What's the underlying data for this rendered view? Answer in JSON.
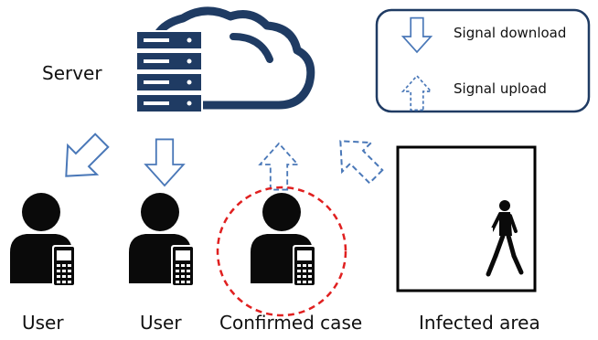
{
  "server": {
    "label": "Server",
    "icon": "cloud-server-icon"
  },
  "legend": {
    "download_label": "Signal download",
    "upload_label": "Signal upload"
  },
  "nodes": [
    {
      "label": "User",
      "icon": "user-with-phone-icon"
    },
    {
      "label": "User",
      "icon": "user-with-phone-icon"
    },
    {
      "label": "Confirmed case",
      "icon": "user-with-phone-icon",
      "highlight": "dashed red circle"
    },
    {
      "label": "Infected area",
      "icon": "walking-person-icon"
    }
  ],
  "colors": {
    "arrow_blue": "#4a78b8",
    "server_navy": "#1f3b63",
    "legend_border": "#1f3b63",
    "highlight_red": "#e02020"
  }
}
